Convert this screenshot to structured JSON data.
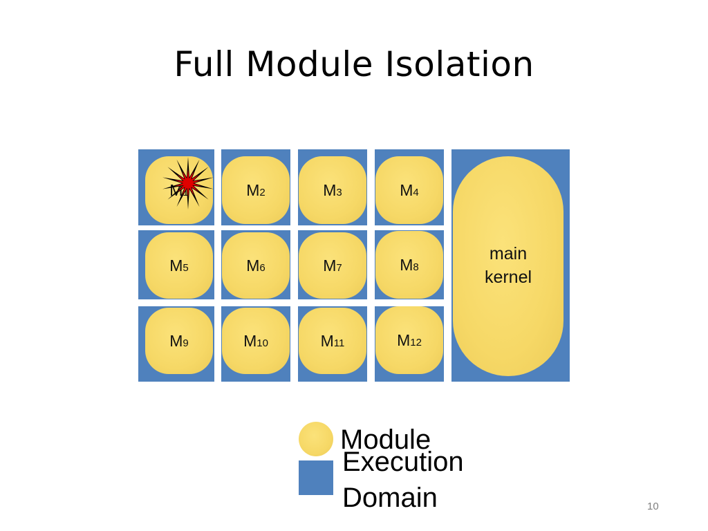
{
  "title": "Full Module Isolation",
  "modules": [
    {
      "prefix": "M",
      "sub": "1"
    },
    {
      "prefix": "M",
      "sub": "2"
    },
    {
      "prefix": "M",
      "sub": "3"
    },
    {
      "prefix": "M",
      "sub": "4"
    },
    {
      "prefix": "M",
      "sub": "5"
    },
    {
      "prefix": "M",
      "sub": "6"
    },
    {
      "prefix": "M",
      "sub": "7"
    },
    {
      "prefix": "M",
      "sub": "8"
    },
    {
      "prefix": "M",
      "sub": "9"
    },
    {
      "prefix": "M",
      "sub": "10"
    },
    {
      "prefix": "M",
      "sub": "11"
    },
    {
      "prefix": "M",
      "sub": "12"
    }
  ],
  "kernel": {
    "line1": "main",
    "line2": "kernel"
  },
  "legend": {
    "module_label": "Module",
    "domain_label_line1": "Execution",
    "domain_label_line2": "Domain"
  },
  "page_number": "10",
  "colors": {
    "domain": "#4f81bd",
    "module": "#f6d866",
    "crash_outer": "#000000",
    "crash_inner": "#e00000"
  },
  "icons": {
    "crash": "explosion-star-icon"
  }
}
